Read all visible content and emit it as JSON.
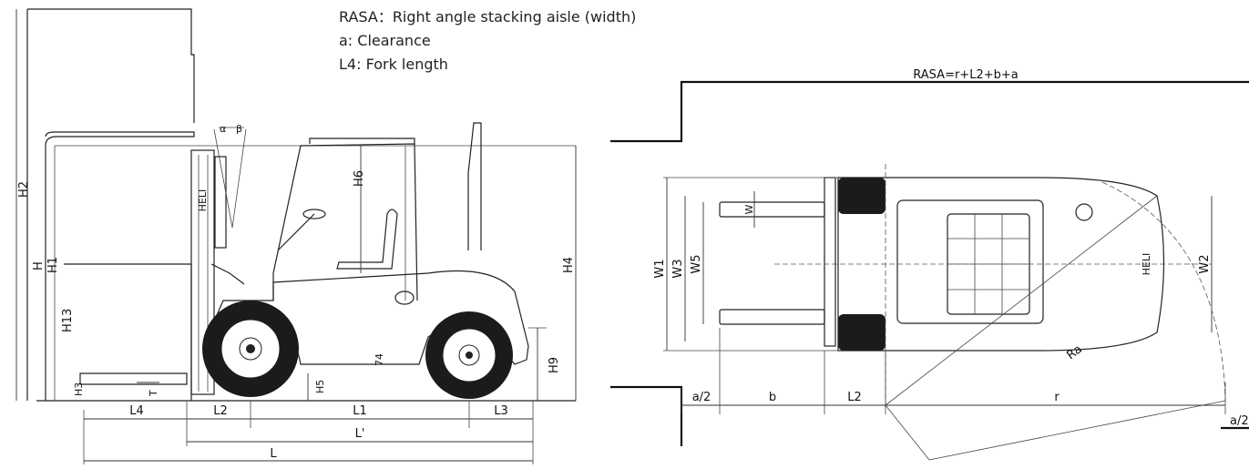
{
  "legend": {
    "rasa": "RASA：Right angle stacking aisle (width)",
    "clearance": "a: Clearance",
    "fork_length": "L4: Fork length"
  },
  "formula": "RASA=r+L2+b+a",
  "side_view": {
    "labels": {
      "H2": "H2",
      "H": "H",
      "H1": "H1",
      "H13": "H13",
      "H3": "H3",
      "H6": "H6",
      "H4": "H4",
      "H9": "H9",
      "H5": "H5",
      "T": "T",
      "alpha": "α",
      "beta": "β",
      "dim_74": "74",
      "L4": "L4",
      "L2": "L2",
      "L1": "L1",
      "L3": "L3",
      "L_prime": "L'",
      "L": "L"
    },
    "truck_decal": "HELI"
  },
  "top_view": {
    "labels": {
      "W1": "W1",
      "W3": "W3",
      "W5": "W5",
      "W": "W",
      "W2": "W2",
      "Ra": "Ra",
      "a_half_left": "a/2",
      "b": "b",
      "L2": "L2",
      "r": "r",
      "a_half_right": "a/2"
    },
    "truck_decal": "HELI"
  }
}
